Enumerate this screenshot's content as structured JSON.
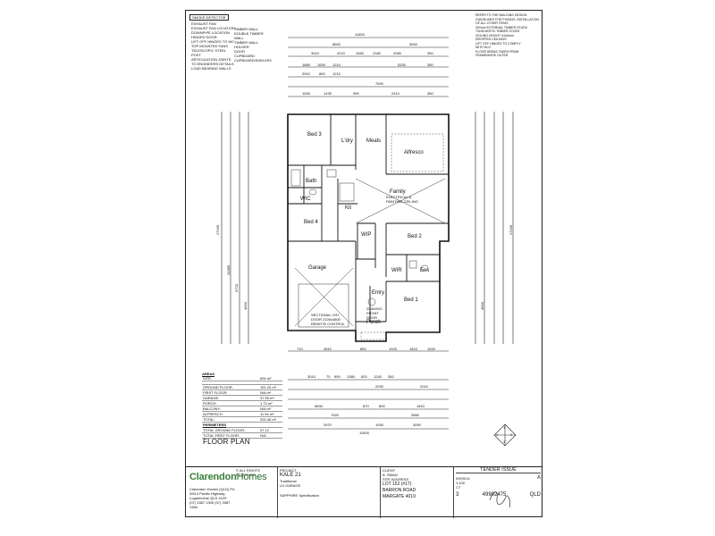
{
  "legend": {
    "smoke_detector": "SMOKE DETECTOR",
    "rows": [
      "EXHAUST FAN",
      "EXHAUST FAN LOCATION",
      "DOWNPIPE LOCATION",
      "HINGED DOOR",
      "LIFT OFF HINGES TO WC",
      "TOP MOUNTED FANS",
      "TELESCOPIC STEEL POST",
      "ARTICULATION JOINTS TO ENGINEERS DETAILS",
      "LOAD BEARING WALLS"
    ],
    "right_rows": [
      "TIMBER WALL",
      "DOUBLE TIMBER WALL",
      "TIMBER WALL HOLDER",
      "DOOR",
      "CUPBOARD",
      "CUPBOARD/SHELVES"
    ]
  },
  "notes": [
    "REFER TO THE BUILDING DESIGN",
    "GUIDELINES FOR FIXINGS, INSTALLATION",
    "OF ALL OTHER ITEMS",
    "300mm EXTERNAL TIMBER STUDS",
    "70x35 MGP10 TIMBER STUDS",
    "CEILING HEIGHT 2440mm",
    "DROPPED CEILINGS",
    "LIFT OFF HINGES TO COMPLY",
    "WITH NCC",
    "FLOOR AREAS TAKEN FROM",
    "FRAMEWORK OUTER"
  ],
  "top_dims": {
    "overall": "11500",
    "row1": [
      "8500",
      "3000"
    ],
    "row2": [
      "3010",
      "2210",
      "1550",
      "2180",
      "2080",
      "350"
    ],
    "row3": [
      "1680",
      "1000",
      "1210",
      "5330",
      "350"
    ],
    "row4": [
      "2910",
      "800",
      "1210"
    ],
    "row5": [
      "7920"
    ],
    "row6": [
      "1630",
      "1435",
      "990",
      "2410",
      "380"
    ]
  },
  "bottom_dims": {
    "row1": [
      "710",
      "4810",
      "850",
      "1025",
      "1810",
      "1020"
    ],
    "row2": [
      "3010",
      "70",
      "990",
      "1380",
      "820",
      "1240",
      "350"
    ],
    "row3": [
      "2030",
      "2010"
    ],
    "row4": [
      "5630",
      "870",
      "800",
      "1810"
    ],
    "row5": [
      "7920",
      "3560"
    ],
    "row6": [
      "3970",
      "1030",
      "3050"
    ],
    "overall": "11500"
  },
  "left_dims": [
    "17160",
    "10380",
    "6720",
    "4560"
  ],
  "right_dims": [
    "17160",
    "4590"
  ],
  "rooms": {
    "bed3": "Bed 3",
    "ldry": "L'dry",
    "meals": "Meals",
    "alfresco": "Alfresco",
    "bath": "Bath",
    "family": "Family",
    "wic": "WIC",
    "kit": "Kit",
    "bed4": "Bed 4",
    "wip": "WIP",
    "bed2": "Bed 2",
    "garage": "Garage",
    "wir": "WIR",
    "ens": "Ens",
    "entry": "Entry",
    "bed1": "Bed 1",
    "porch": "Porch"
  },
  "annotations": {
    "family_note": "ELECTRICAL & PAINTING CEILING",
    "garage_note": "SECTIONAL O/H DOOR 2100x4800 REMOTE CONTROL",
    "entry_note": "2040x920 FRONT DOOR"
  },
  "areas": {
    "title": "AREAS",
    "site_label": "SITE:",
    "site_value": "694 m²",
    "rows": [
      {
        "label": "GROUND FLOOR:",
        "value": "151.20 m²"
      },
      {
        "label": "FIRST FLOOR:",
        "value": "N/A m²"
      },
      {
        "label": "GARAGE:",
        "value": "37.59 m²"
      },
      {
        "label": "PORCH:",
        "value": "1.73 m²"
      },
      {
        "label": "BALCONY:",
        "value": "N/A m²"
      },
      {
        "label": "ALFRESCO:",
        "value": "11.94 m²"
      }
    ],
    "total_label": "TOTAL:",
    "total_value": "202.46 m²",
    "perimeters_title": "PERIMETERS",
    "perim_rows": [
      {
        "label": "TOTAL GROUND FLOOR:",
        "value": "57.12"
      },
      {
        "label": "TOTAL FIRST FLOOR:",
        "value": "N/A"
      }
    ]
  },
  "floor_plan_label": "FLOOR PLAN",
  "titleblock": {
    "logo_a": "Clarendon",
    "logo_b": "Homes",
    "company_lines": [
      "Clarendon Homes (QLD) P/L",
      "3/614 Pacific Highway, Loganholme QLD 4129",
      "(07) 3387 1300  (07) 3387 1384"
    ],
    "copyright": "© ALL RIGHTS RESERVED",
    "project_label": "PROJECT",
    "project": "KALE 21",
    "style": "Traditional",
    "garage_type": "LH GARAGE",
    "spec": "SAPPHIRE Specification",
    "client_label": "CLIENT",
    "client": "A. SWAN",
    "site_label": "SITE ADDRESS",
    "lot": "LOT 152 (#17)",
    "road": "BARRON ROAD",
    "suburb": "MARGATE 4019",
    "issue": "TENDER ISSUE",
    "date": "09/09/14",
    "rev": "A",
    "scale": "1:100",
    "drawn": "CT",
    "sheet": "3",
    "job_no": "49902475",
    "state": "QLD"
  },
  "north_points": [
    "1",
    "2",
    "3",
    "4"
  ]
}
